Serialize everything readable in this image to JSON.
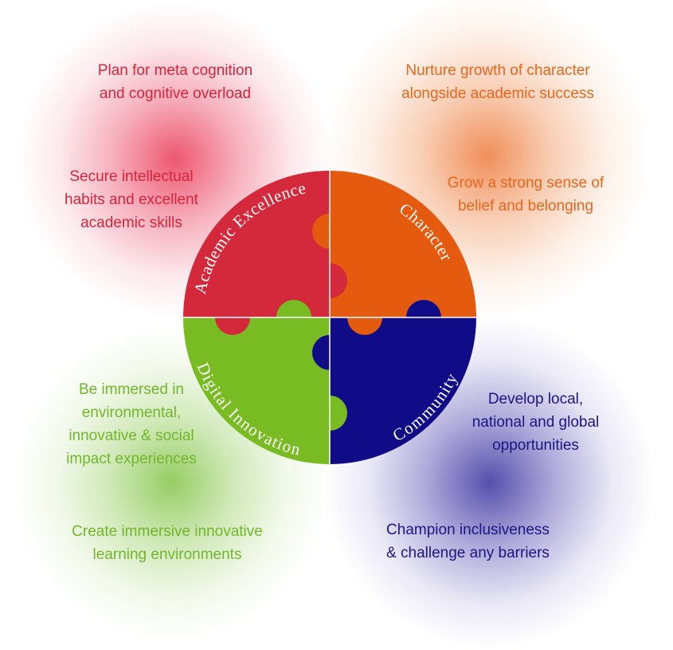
{
  "colors": {
    "academic": "#d3293a",
    "character": "#e45a0e",
    "digital": "#78bb22",
    "community": "#100c87"
  },
  "puzzle": {
    "academic_label": "Academic Excellence",
    "character_label": "Character",
    "digital_label": "Digital Innovation",
    "community_label": "Community"
  },
  "notes": {
    "red_top": "Plan for meta cognition\nand cognitive overload",
    "red_mid": "Secure intellectual\nhabits and excellent\nacademic skills",
    "orange_top": "Nurture growth of character\nalongside academic success",
    "orange_mid": "Grow a strong sense of\nbelief and belonging",
    "green_top": "Be immersed in\nenvironmental,\ninnovative & social\nimpact experiences",
    "green_bottom": "Create immersive innovative\nlearning environments",
    "blue_top": "Develop local,\nnational and global\nopportunities",
    "blue_bottom": "Champion inclusiveness\n& challenge any barriers"
  }
}
